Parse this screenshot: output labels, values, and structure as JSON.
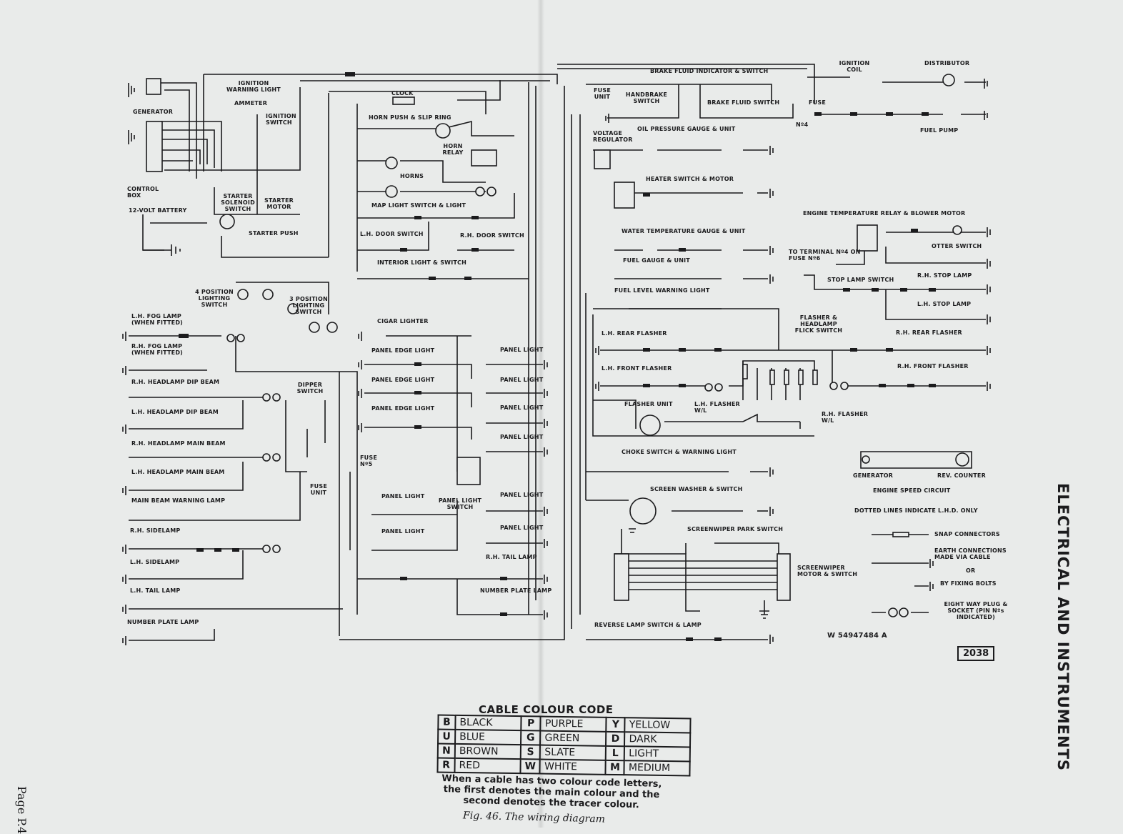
{
  "side_title": "ELECTRICAL AND INSTRUMENTS",
  "page_number": "Page P.4",
  "drawing_number": "W 54947484 A",
  "figure_ref": "2038",
  "labels": {
    "generator": "GENERATOR",
    "control_box": "CONTROL BOX",
    "battery": "12-VOLT BATTERY",
    "ign_warn": "IGNITION WARNING LIGHT",
    "ammeter": "AMMETER",
    "ign_switch": "IGNITION SWITCH",
    "starter_sol": "STARTER SOLENOID SWITCH",
    "starter_motor": "STARTER MOTOR",
    "starter_push": "STARTER PUSH",
    "pos4": "4 POSITION LIGHTING SWITCH",
    "pos3": "3 POSITION LIGHTING SWITCH",
    "lh_fog": "L.H. FOG LAMP (WHEN FITTED)",
    "rh_fog": "R.H. FOG LAMP (WHEN FITTED)",
    "rh_dip": "R.H. HEADLAMP DIP BEAM",
    "lh_dip": "L.H. HEADLAMP DIP BEAM",
    "dipper": "DIPPER SWITCH",
    "rh_main": "R.H. HEADLAMP MAIN BEAM",
    "lh_main": "L.H. HEADLAMP MAIN BEAM",
    "main_warn": "MAIN BEAM WARNING LAMP",
    "fuse_unit": "FUSE UNIT",
    "fuse5": "FUSE Nº5",
    "rh_side": "R.H. SIDELAMP",
    "lh_side": "L.H. SIDELAMP",
    "lh_tail": "L.H. TAIL LAMP",
    "number_plate": "NUMBER PLATE LAMP",
    "clock": "CLOCK",
    "horn_push": "HORN PUSH & SLIP RING",
    "horn_relay": "HORN RELAY",
    "horns": "HORNS",
    "map_light": "MAP LIGHT SWITCH & LIGHT",
    "lh_door": "L.H. DOOR SWITCH",
    "rh_door": "R.H. DOOR SWITCH",
    "interior": "INTERIOR LIGHT & SWITCH",
    "cigar": "CIGAR LIGHTER",
    "panel_edge": "PANEL EDGE LIGHT",
    "panel_light": "PANEL LIGHT",
    "panel_switch": "PANEL LIGHT SWITCH",
    "rh_tail": "R.H. TAIL LAMP",
    "number_plate_lamp": "NUMBER PLATE LAMP",
    "fuse_unit_top": "FUSE UNIT",
    "brake_fluid_ind": "BRAKE FLUID INDICATOR & SWITCH",
    "handbrake": "HANDBRAKE SWITCH",
    "brake_fluid_sw": "BRAKE FLUID SWITCH",
    "fuse": "FUSE",
    "fuse4": "Nº4",
    "ign_coil": "IGNITION COIL",
    "distributor": "DISTRIBUTOR",
    "fuel_pump": "FUEL PUMP",
    "voltage_reg": "VOLTAGE REGULATOR",
    "oil_gauge": "OIL PRESSURE GAUGE & UNIT",
    "heater": "HEATER SWITCH & MOTOR",
    "eng_temp": "ENGINE TEMPERATURE RELAY & BLOWER MOTOR",
    "water_temp": "WATER TEMPERATURE GAUGE & UNIT",
    "otter": "OTTER SWITCH",
    "to_terminal": "TO TERMINAL Nº4 ON FUSE Nº6",
    "fuel_gauge": "FUEL GAUGE & UNIT",
    "stop_lamp": "STOP LAMP SWITCH",
    "rh_stop": "R.H. STOP LAMP",
    "lh_stop": "L.H. STOP LAMP",
    "fuel_warn": "FUEL LEVEL WARNING LIGHT",
    "flasher_flick": "FLASHER & HEADLAMP FLICK SWITCH",
    "lh_rear_flasher": "L.H. REAR FLASHER",
    "rh_rear_flasher": "R.H. REAR FLASHER",
    "lh_front_flasher": "L.H. FRONT FLASHER",
    "rh_front_flasher": "R.H. FRONT FLASHER",
    "flasher_unit": "FLASHER UNIT",
    "lh_flasher_wl": "L.H. FLASHER W/L",
    "rh_flasher_wl": "R.H. FLASHER W/L",
    "choke": "CHOKE SWITCH & WARNING LIGHT",
    "screen_washer": "SCREEN WASHER & SWITCH",
    "wiper_park": "SCREENWIPER PARK SWITCH",
    "wiper_motor": "SCREENWIPER MOTOR & SWITCH",
    "reverse": "REVERSE LAMP SWITCH & LAMP",
    "generator2": "GENERATOR",
    "rev_counter": "REV. COUNTER",
    "engine_speed": "ENGINE SPEED CIRCUIT",
    "dotted": "DOTTED LINES INDICATE L.H.D. ONLY",
    "snap": "SNAP CONNECTORS",
    "earth": "EARTH CONNECTIONS MADE VIA CABLE",
    "or": "OR",
    "fixing": "BY FIXING BOLTS",
    "eight_way": "EIGHT WAY PLUG & SOCKET (PIN Nºs INDICATED)"
  },
  "legend": {
    "title": "CABLE COLOUR CODE",
    "rows": [
      [
        {
          "k": "B",
          "v": "BLACK"
        },
        {
          "k": "P",
          "v": "PURPLE"
        },
        {
          "k": "Y",
          "v": "YELLOW"
        }
      ],
      [
        {
          "k": "U",
          "v": "BLUE"
        },
        {
          "k": "G",
          "v": "GREEN"
        },
        {
          "k": "D",
          "v": "DARK"
        }
      ],
      [
        {
          "k": "N",
          "v": "BROWN"
        },
        {
          "k": "S",
          "v": "SLATE"
        },
        {
          "k": "L",
          "v": "LIGHT"
        }
      ],
      [
        {
          "k": "R",
          "v": "RED"
        },
        {
          "k": "W",
          "v": "WHITE"
        },
        {
          "k": "M",
          "v": "MEDIUM"
        }
      ]
    ],
    "note": "When a cable has two colour code letters, the first denotes the main colour and the second denotes the tracer colour.",
    "caption": "Fig. 46. The wiring diagram"
  }
}
